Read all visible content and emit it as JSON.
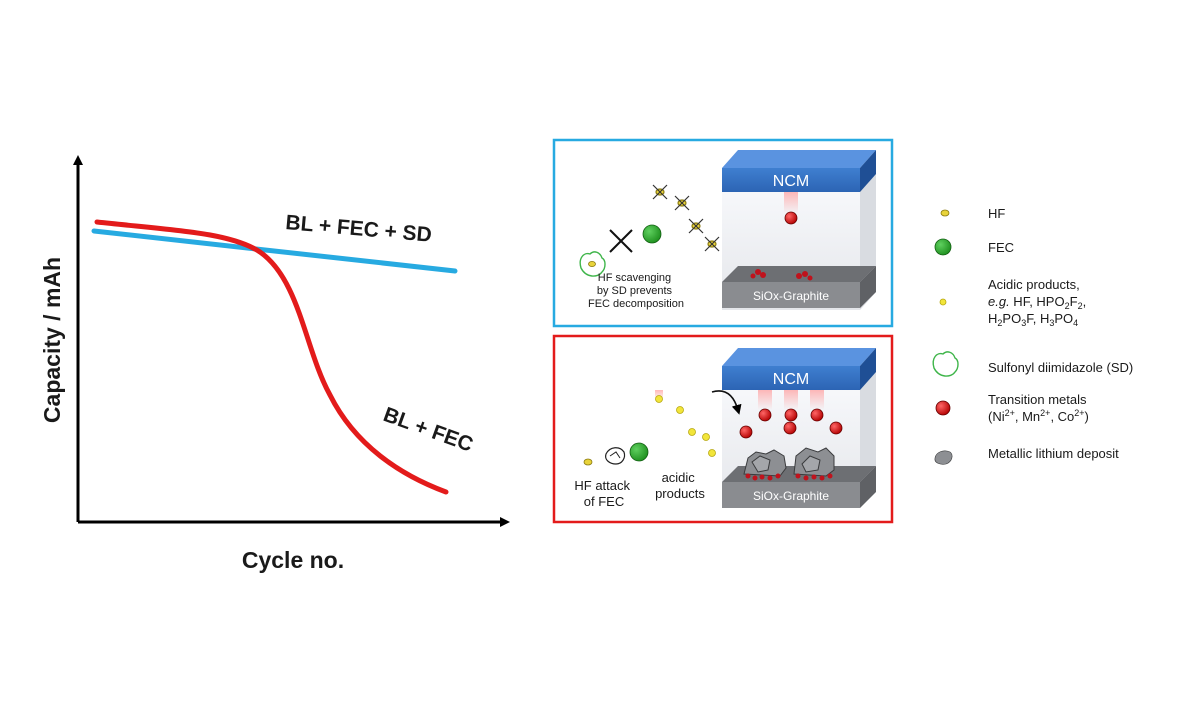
{
  "chart": {
    "y_axis_label": "Capacity / mAh",
    "x_axis_label": "Cycle no.",
    "series_labels": {
      "blue": "BL + FEC + SD",
      "red": "BL + FEC"
    },
    "colors": {
      "blue": "#27aae1",
      "red": "#e31b1b",
      "axis": "#000000"
    }
  },
  "top_panel": {
    "border_color": "#27aae1",
    "cathode_label": "NCM",
    "anode_label": "SiOx-Graphite",
    "caption_lines": [
      "HF scavenging",
      "by SD prevents",
      "FEC decomposition"
    ]
  },
  "bottom_panel": {
    "border_color": "#e31b1b",
    "cathode_label": "NCM",
    "anode_label": "SiOx-Graphite",
    "caption_left_lines": [
      "HF attack",
      "of FEC"
    ],
    "caption_right_lines": [
      "acidic",
      "products"
    ]
  },
  "legend": {
    "hf": "HF",
    "fec": "FEC",
    "acidic_line1": "Acidic products,",
    "acidic_line2_eg": "e.g.",
    "acidic_line2_rest": " HF, HPO",
    "acidic_line2_sub1": "2",
    "acidic_line2_F": "F",
    "acidic_line2_sub2": "2",
    "acidic_line2_end": ",",
    "acidic_line3_a": "H",
    "acidic_line3_sub1": "2",
    "acidic_line3_b": "PO",
    "acidic_line3_sub2": "3",
    "acidic_line3_c": "F, H",
    "acidic_line3_sub3": "3",
    "acidic_line3_d": "PO",
    "acidic_line3_sub4": "4",
    "sd": "Sulfonyl diimidazole (SD)",
    "tm_line1": "Transition metals",
    "tm_line2_a": "(Ni",
    "tm_sup1": "2+",
    "tm_line2_b": ", Mn",
    "tm_sup2": "2+",
    "tm_line2_c": ", Co",
    "tm_sup3": "2+",
    "tm_line2_d": ")",
    "li": "Metallic lithium deposit"
  }
}
